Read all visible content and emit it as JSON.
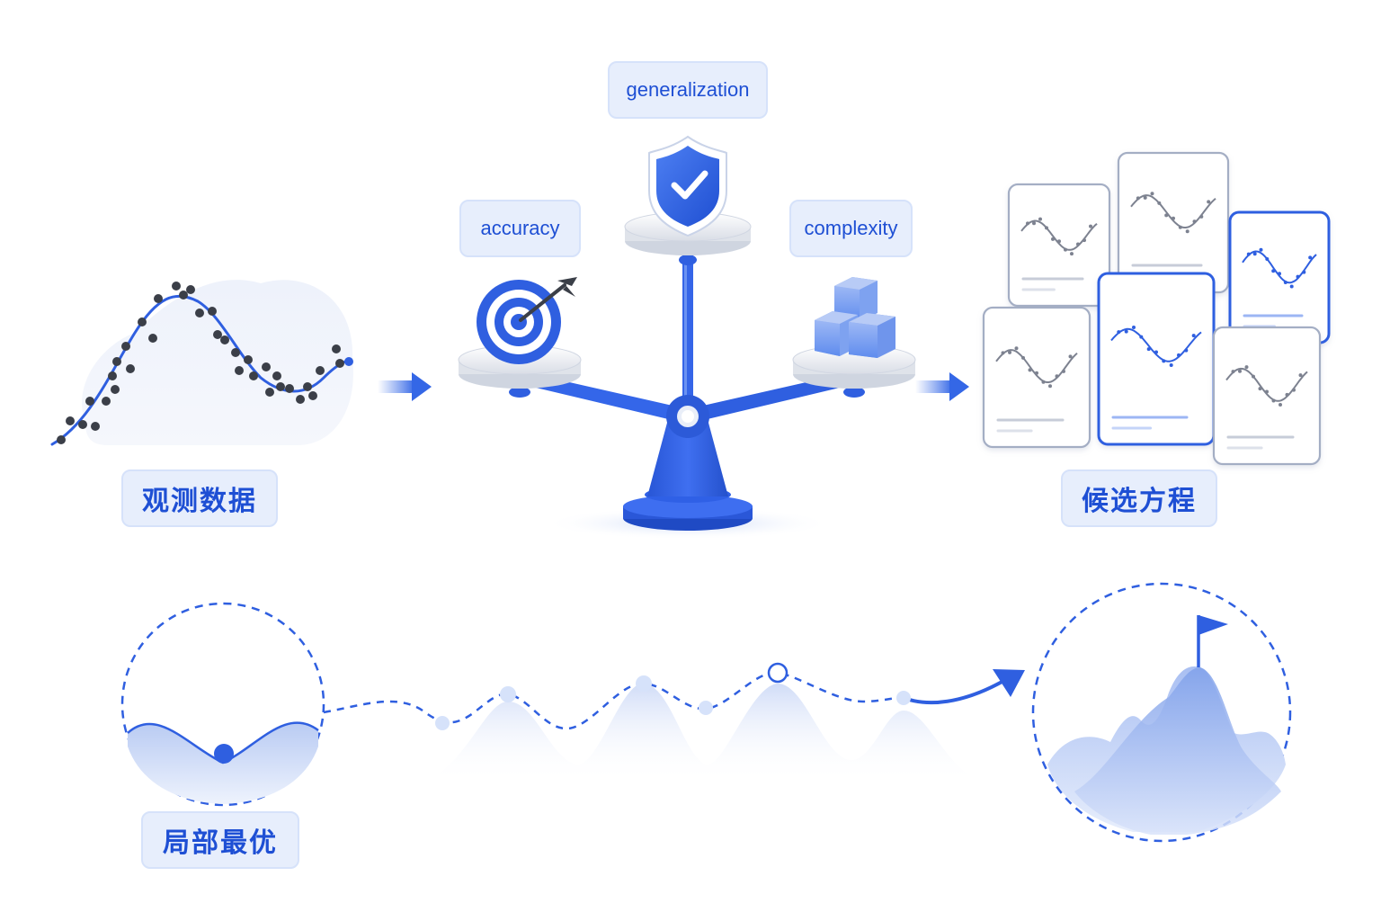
{
  "labels": {
    "observed_data": "观测数据",
    "candidate_equations": "候选方程",
    "local_optimum": "局部最优",
    "criterion_accuracy": "accuracy",
    "criterion_generalization": "generalization",
    "criterion_complexity": "complexity"
  },
  "icons": {
    "accuracy": "target-icon",
    "generalization": "shield-check-icon",
    "complexity": "cubes-icon",
    "balance": "balance-scale-icon",
    "goal": "flag-icon"
  },
  "colors": {
    "accent": "#2f5fe0",
    "accent_light": "#e7eefc",
    "points": "#3b3f48",
    "card_border": "#9aa6c0",
    "highlight_border": "#2f5fe0"
  }
}
